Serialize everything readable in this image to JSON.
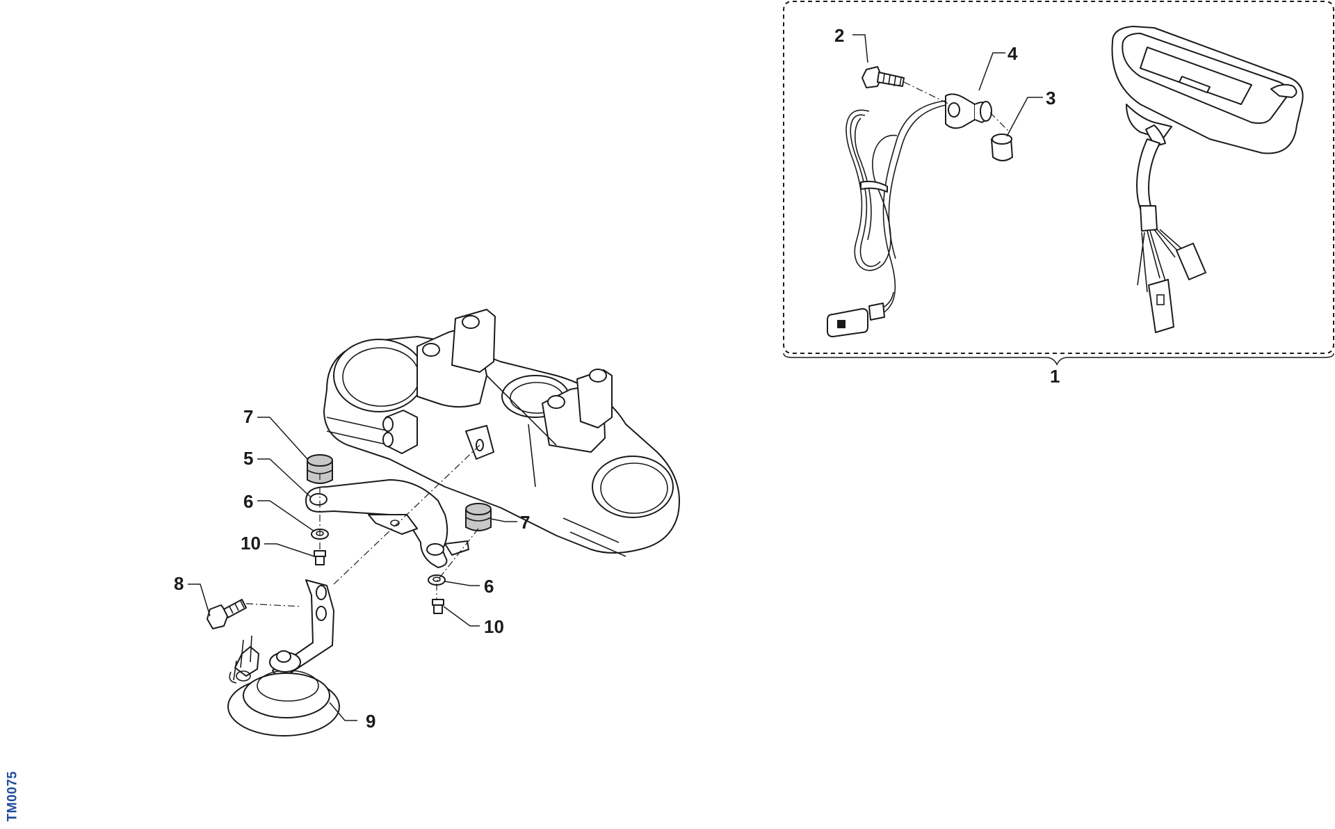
{
  "drawing_code": "TM0075",
  "callouts": {
    "c1": "1",
    "c2": "2",
    "c3": "3",
    "c4": "4",
    "c5": "5",
    "c6a": "6",
    "c6b": "6",
    "c7a": "7",
    "c7b": "7",
    "c8": "8",
    "c9": "9",
    "c10a": "10",
    "c10b": "10"
  },
  "colors": {
    "line": "#1a1a1a",
    "code_text": "#1f4e9c",
    "rubber": "#c8c8c8"
  }
}
